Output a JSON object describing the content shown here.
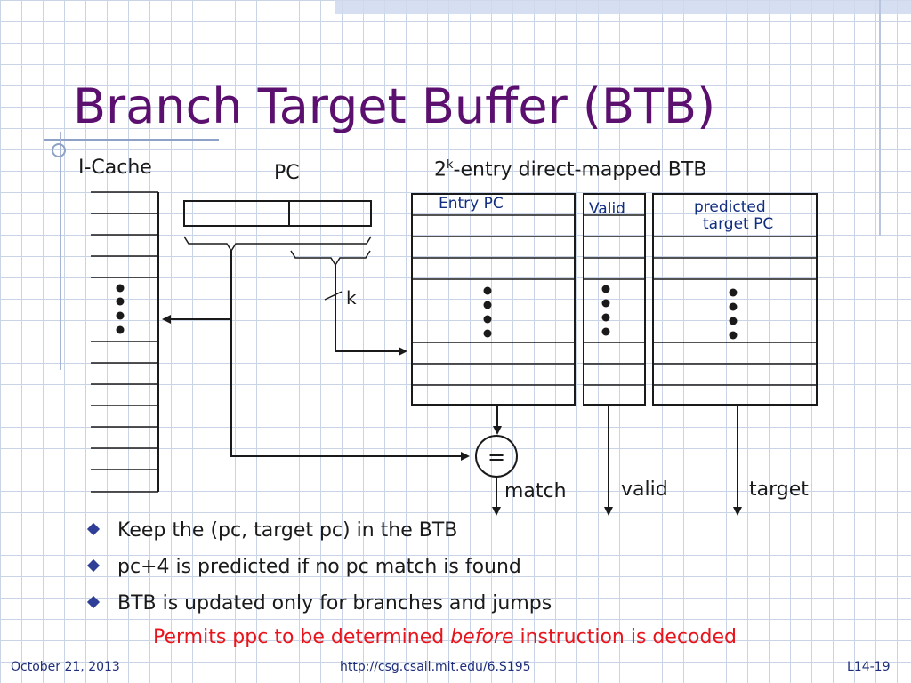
{
  "slide": {
    "title": "Branch Target Buffer (BTB)"
  },
  "diagram": {
    "icache_label": "I-Cache",
    "pc_label": "PC",
    "btb_label_base": "2",
    "btb_label_sup": "k",
    "btb_label_rest": "-entry direct-mapped BTB",
    "k_label": "k",
    "entry_pc_header": "Entry PC",
    "valid_header": "Valid",
    "predicted_header_1": "predicted",
    "predicted_header_2": "target PC",
    "compare_symbol": "=",
    "match_label": "match",
    "valid_output_label": "valid",
    "target_output_label": "target"
  },
  "bullets": [
    {
      "text": "Keep the (pc, target pc) in the BTB"
    },
    {
      "text": "pc+4 is predicted if no pc match is found"
    },
    {
      "text": "BTB is updated only for branches and jumps"
    }
  ],
  "note": {
    "part1": "Permits ppc to be determined ",
    "emphasis": "before",
    "part2": " instruction is decoded"
  },
  "footer": {
    "date": "October 21, 2013",
    "url": "http://csg.csail.mit.edu/6.S195",
    "page": "L14-19"
  },
  "colors": {
    "title": "#5b0f6e",
    "note": "#e8141b",
    "bullet_marker": "#2f3f97",
    "footer": "#1e2e7a",
    "grid": "#c9d4e6"
  }
}
